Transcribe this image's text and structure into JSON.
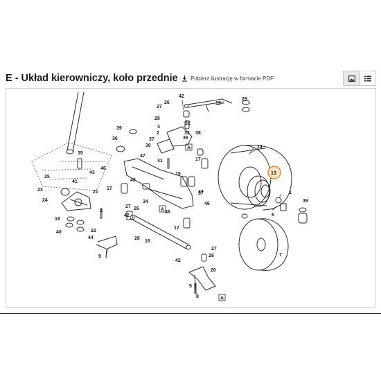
{
  "header": {
    "title": "E - Układ kierowniczy, koło przednie",
    "download_label": "Pobierz ilustrację w formacie PDF"
  },
  "view_toggle": {
    "image_view_icon": "image-icon",
    "list_view_icon": "list-icon"
  },
  "colors": {
    "highlight": "#f28c28",
    "highlight_fill": "#fbe3c7",
    "ink": "#333333",
    "border": "#cfcfcf"
  },
  "diagram": {
    "labels": [
      "1",
      "2",
      "3",
      "4",
      "5",
      "6",
      "7",
      "8",
      "9",
      "13",
      "14",
      "15",
      "16",
      "17",
      "17",
      "17",
      "18",
      "19",
      "20",
      "21",
      "22",
      "23",
      "24",
      "25",
      "26",
      "26",
      "27",
      "27",
      "27",
      "28",
      "28",
      "28",
      "29",
      "30",
      "31",
      "32",
      "33",
      "34",
      "35",
      "36",
      "36",
      "37",
      "37",
      "38",
      "39",
      "39",
      "40",
      "41",
      "42",
      "42",
      "42",
      "43",
      "44",
      "46",
      "46",
      "47",
      "47",
      "48",
      "48"
    ],
    "warning_markers": [
      "A",
      "A",
      "A"
    ],
    "selected_part": "13"
  }
}
